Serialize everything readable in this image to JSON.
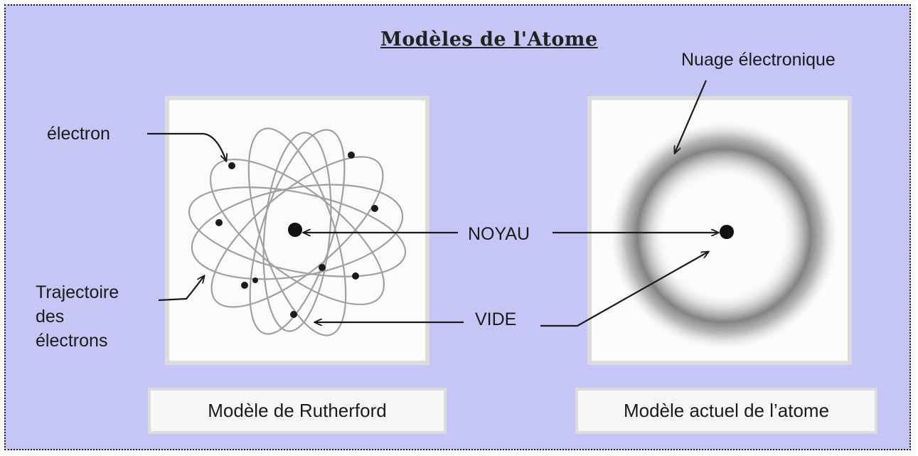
{
  "title": "Modèles de l'Atome",
  "labels": {
    "electron": "électron",
    "trajectory_line1": "Trajectoire",
    "trajectory_line2": "des",
    "trajectory_line3": "électrons",
    "nucleus": "NOYAU",
    "void": "VIDE",
    "cloud": "Nuage électronique"
  },
  "captions": {
    "rutherford": "Modèle de Rutherford",
    "modern": "Modèle actuel de l’atome"
  },
  "colors": {
    "background": "#c6c6f6",
    "panel": "#fbfbfb",
    "orbit": "#9a9a9a",
    "electron": "#1a1a1a"
  }
}
